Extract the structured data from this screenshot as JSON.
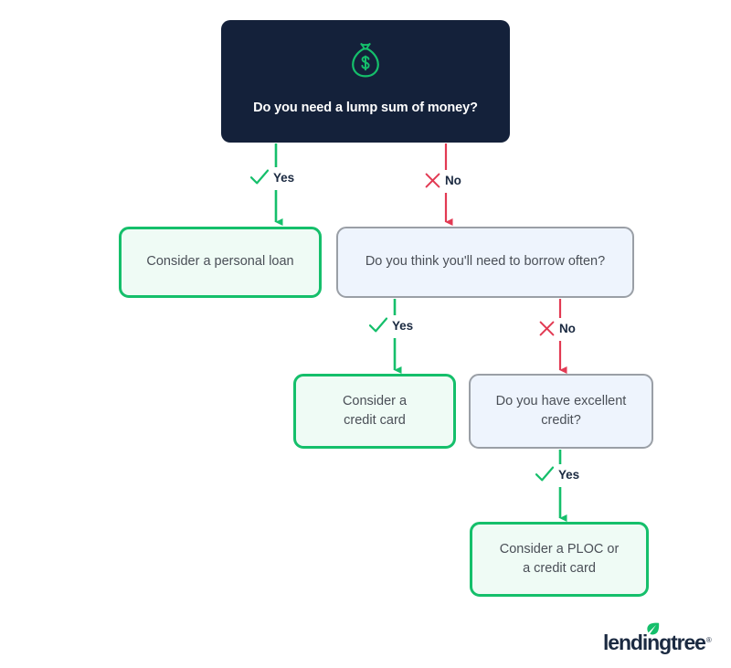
{
  "meta": {
    "title": "Do you need a lump sum of money? decision tree",
    "background_color": "#ffffff"
  },
  "colors": {
    "navy": "#14213a",
    "green": "#15bf6b",
    "green_fill": "#effbf5",
    "blue_fill": "#eef4fd",
    "gray_border": "#9a9fa6",
    "red": "#e23a53",
    "body_text": "#4a4f57",
    "label_text": "#1b2a41"
  },
  "nodes": {
    "root": {
      "id": "root",
      "type": "question-primary",
      "text": "Do you need a lump sum of money?",
      "icon": "money-bag-icon"
    },
    "personal_loan": {
      "id": "personal-loan",
      "type": "outcome",
      "text": "Consider a personal loan",
      "lines": [
        "Consider a personal loan"
      ]
    },
    "borrow_often": {
      "id": "borrow-often",
      "type": "question",
      "text": "Do you think you'll need to borrow often?",
      "lines": [
        "Do you think you'll need to borrow often?"
      ]
    },
    "credit_card": {
      "id": "credit-card",
      "type": "outcome",
      "text": "Consider a credit card",
      "line1": "Consider a",
      "line2": "credit card"
    },
    "excellent_credit": {
      "id": "excellent-credit",
      "type": "question",
      "text": "Do you have excellent credit?",
      "line1": "Do you have excellent",
      "line2": "credit?"
    },
    "ploc": {
      "id": "ploc",
      "type": "outcome",
      "text": "Consider a PLOC or a credit card",
      "line1": "Consider a PLOC or",
      "line2": "a credit card"
    }
  },
  "branches": [
    {
      "id": "root-yes",
      "from": "root",
      "to": "personal_loan",
      "label": "Yes",
      "mark": "check-icon",
      "color": "#15bf6b"
    },
    {
      "id": "root-no",
      "from": "root",
      "to": "borrow_often",
      "label": "No",
      "mark": "cross-icon",
      "color": "#e23a53"
    },
    {
      "id": "borrow-often-yes",
      "from": "borrow_often",
      "to": "credit_card",
      "label": "Yes",
      "mark": "check-icon",
      "color": "#15bf6b"
    },
    {
      "id": "borrow-often-no",
      "from": "borrow_often",
      "to": "excellent_credit",
      "label": "No",
      "mark": "cross-icon",
      "color": "#e23a53"
    },
    {
      "id": "excellent-credit-yes",
      "from": "excellent_credit",
      "to": "ploc",
      "label": "Yes",
      "mark": "check-icon",
      "color": "#15bf6b"
    }
  ],
  "logo": {
    "word": "lendingtree",
    "registered": "®",
    "leaf_icon": "leaf-icon",
    "leaf_color": "#15bf6b",
    "word_color": "#1b2a41"
  }
}
